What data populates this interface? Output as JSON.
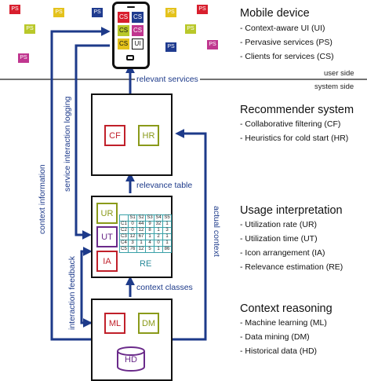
{
  "colors": {
    "arrow": "#1d3a8a",
    "ps_red": "#d81f2e",
    "ps_yellow": "#e4c21c",
    "ps_blue": "#1f3b8f",
    "ps_lime": "#b9c82a",
    "ps_magenta": "#c0368f",
    "cf": "#c0202a",
    "hr": "#8a9a1a",
    "ur": "#8a9a1a",
    "ut": "#6a2a8a",
    "ia": "#c0202a",
    "ml": "#c0202a",
    "dm": "#8a9a1a",
    "hd": "#6a2a8a",
    "table_grid": "#3aa1a8",
    "re_text": "#2a8a9a"
  },
  "ps_label": "PS",
  "phone": {
    "icon": "smartphone-icon",
    "grid": [
      "CS",
      "CS",
      "CS",
      "CS",
      "CS",
      "UI"
    ]
  },
  "sections": {
    "mobile": {
      "title": "Mobile device",
      "items": [
        "- Context-aware UI (UI)",
        "- Pervasive services (PS)",
        "- Clients for services (CS)"
      ]
    },
    "recommender": {
      "title": "Recommender system",
      "items": [
        "- Collaborative filtering (CF)",
        "- Heuristics for cold start (HR)"
      ]
    },
    "usage": {
      "title": "Usage interpretation",
      "items": [
        "- Utilization rate (UR)",
        "- Utilization time (UT)",
        "- Icon arrangement (IA)",
        "- Relevance estimation (RE)"
      ]
    },
    "context": {
      "title": "Context reasoning",
      "items": [
        "- Machine learning (ML)",
        "- Data mining (DM)",
        "- Historical data (HD)"
      ]
    }
  },
  "sides": {
    "user": "user side",
    "system": "system side"
  },
  "edges": {
    "relevant_services": "relevant services",
    "relevance_table": "relevance table",
    "context_classes": "context classes",
    "context_information": "context information",
    "service_interaction_logging": "service interaction logging",
    "interaction_feedback": "interaction feedback",
    "actual_context": "actual context"
  },
  "components": {
    "cf": "CF",
    "hr": "HR",
    "ur": "UR",
    "ut": "UT",
    "ia": "IA",
    "re": "RE",
    "ml": "ML",
    "dm": "DM",
    "hd": "HD"
  },
  "relevance_matrix": {
    "columns": [
      "S1",
      "S2",
      "S3",
      "S4",
      "S5"
    ],
    "rows": [
      {
        "label": "C1",
        "values": [
          "0",
          "44",
          "9",
          "32",
          "1"
        ]
      },
      {
        "label": "C2",
        "values": [
          "0",
          "12",
          "8",
          "1",
          "3"
        ]
      },
      {
        "label": "C3",
        "values": [
          "12",
          "67",
          "1",
          "2",
          "1"
        ]
      },
      {
        "label": "C4",
        "values": [
          "3",
          "1",
          "4",
          "0",
          "1"
        ]
      },
      {
        "label": "C5",
        "values": [
          "76",
          "12",
          "5",
          "1",
          "86"
        ]
      }
    ]
  }
}
